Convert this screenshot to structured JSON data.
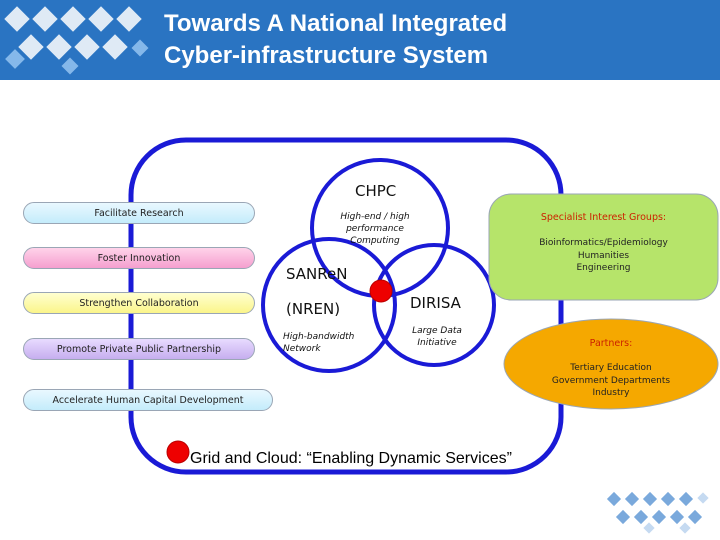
{
  "title": {
    "line1": "Towards A National Integrated",
    "line2": "Cyber-infrastructure System"
  },
  "goals": [
    "Facilitate Research",
    "Foster Innovation",
    "Strengthen Collaboration",
    "Promote Private Public Partnership",
    "Accelerate Human Capital Development"
  ],
  "chpc": {
    "name": "CHPC",
    "desc": "High-end / high performance Computing"
  },
  "sanren": {
    "name_line1": "SANReN",
    "name_line2": "(NREN)",
    "desc": "High-bandwidth Network"
  },
  "dirisa": {
    "name": "DIRISA",
    "desc": "Large Data Initiative"
  },
  "specialist": {
    "heading": "Specialist Interest Groups:",
    "items": [
      "Bioinformatics/Epidemiology",
      "Humanities",
      "Engineering"
    ]
  },
  "partners": {
    "heading": "Partners:",
    "items": [
      "Tertiary Education",
      "Government Departments",
      "Industry"
    ]
  },
  "grid_cloud": "Grid and Cloud: “Enabling Dynamic Services”",
  "colors": {
    "header_blue": "#2a74c2",
    "frame_blue": "#1a1ad6",
    "marker_red": "#ee0000",
    "partners_orange": "#f5a800",
    "heading_orange": "#cc2200"
  }
}
